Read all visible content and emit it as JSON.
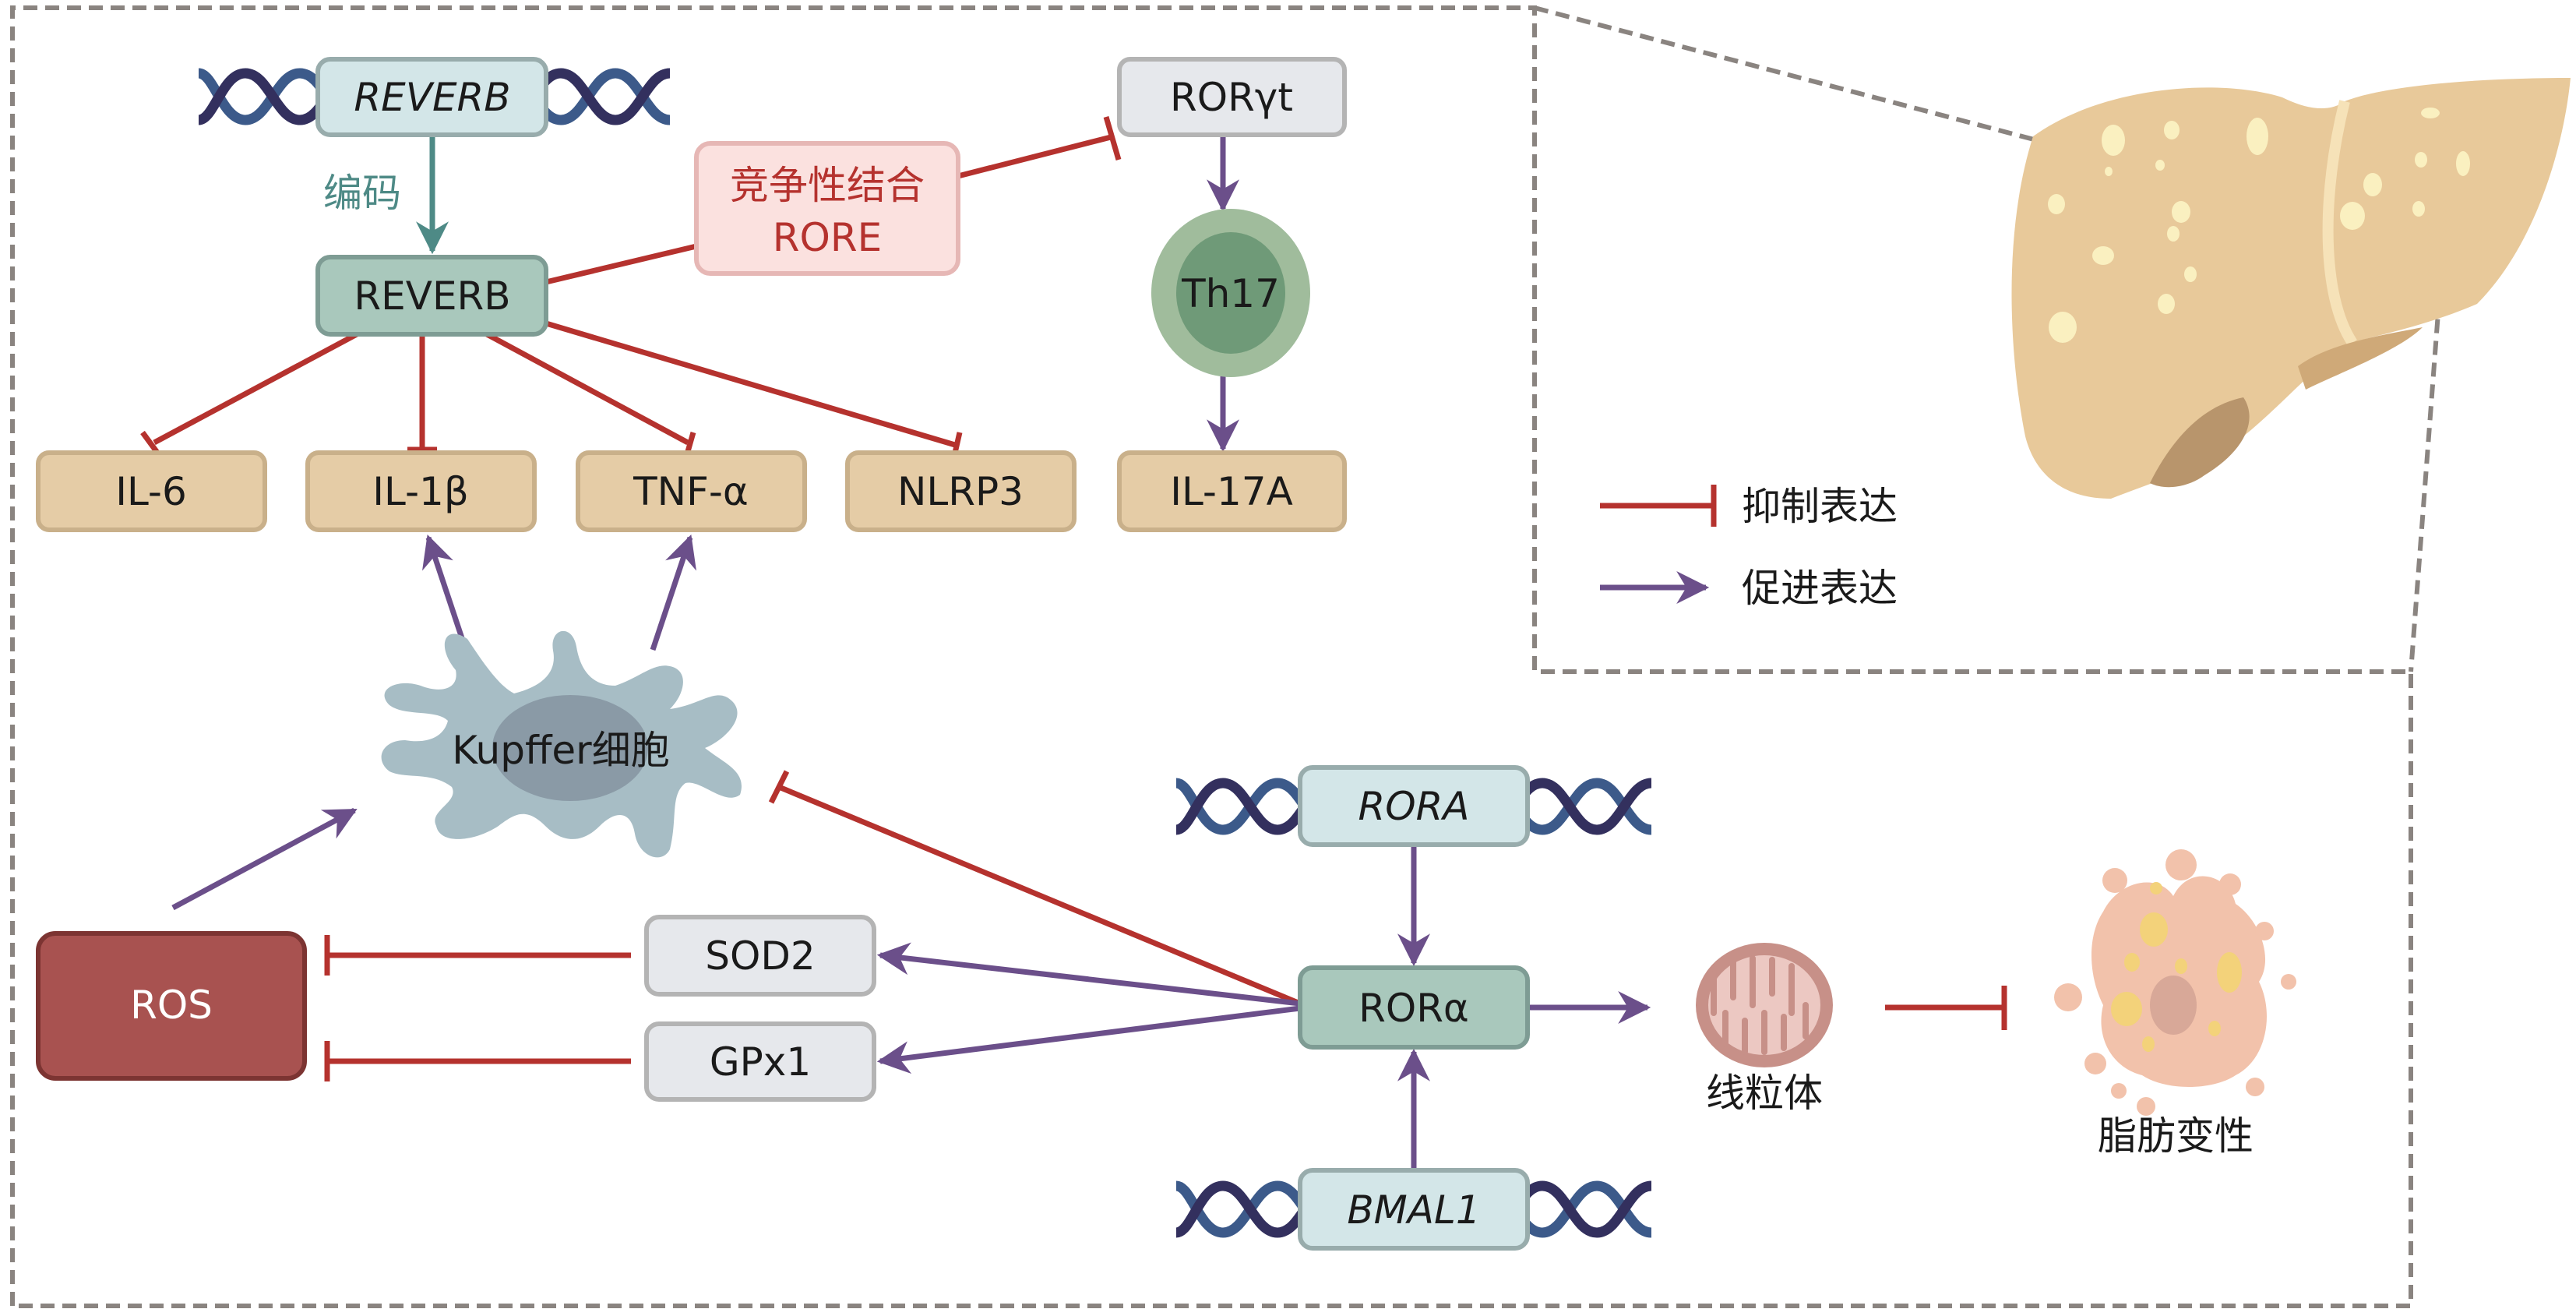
{
  "genes": {
    "reverb_gene": "REVERB",
    "rora_gene": "RORA",
    "bmal1_gene": "BMAL1"
  },
  "proteins": {
    "reverb": "REVERB",
    "rorgt": "RORγt",
    "rora": "RORα",
    "th17": "Th17"
  },
  "encode_label": "编码",
  "competitive_binding": {
    "line1": "竞争性结合",
    "line2": "RORE"
  },
  "cytokines": [
    "IL-6",
    "IL-1β",
    "TNF-α",
    "NLRP3",
    "IL-17A"
  ],
  "kupffer_label": "Kupffer细胞",
  "ros_label": "ROS",
  "antioxidants": [
    "SOD2",
    "GPx1"
  ],
  "mitochondria_label": "线粒体",
  "steatosis_label": "脂肪变性",
  "legend": {
    "inhibit": "抑制表达",
    "promote": "促进表达"
  },
  "colors": {
    "inhibit": "#b5322e",
    "promote": "#6b4f8a",
    "encode": "#4e8a86",
    "gene_box": "#d3e6e8",
    "protein_box": "#a9c8bc",
    "cytokine_box": "#e5cca6",
    "ros_box": "#a85250",
    "antioxidant_box": "#e6e8ec",
    "rore_box": "#fbe1df",
    "dash": "#8a8480"
  }
}
